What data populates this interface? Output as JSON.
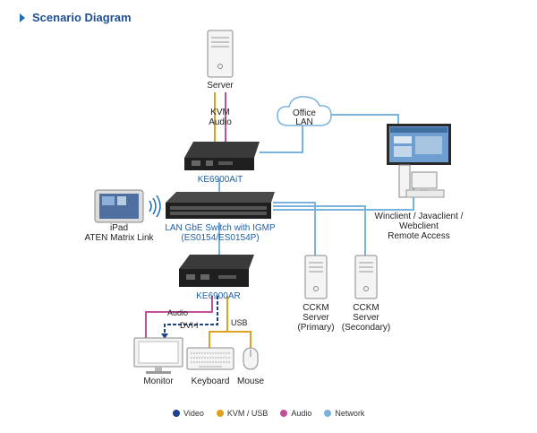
{
  "header": {
    "title": "Scenario Diagram"
  },
  "labels": {
    "server": "Server",
    "kvm": "KVM",
    "audio_top": "Audio",
    "office_lan_1": "Office",
    "office_lan_2": "LAN",
    "ke6900ait": "KE6900AiT",
    "ipad_1": "iPad",
    "ipad_2": "ATEN Matrix Link",
    "switch_1": "LAN GbE Switch with IGMP",
    "switch_2": "(ES0154/ES0154P)",
    "ke6900ar": "KE6900AR",
    "audio_bottom": "Audio",
    "dvi": "DVI-I",
    "usb": "USB",
    "monitor": "Monitor",
    "keyboard": "Keyboard",
    "mouse": "Mouse",
    "cckm_primary_1": "CCKM",
    "cckm_primary_2": "Server",
    "cckm_primary_3": "(Primary)",
    "cckm_secondary_1": "CCKM",
    "cckm_secondary_2": "Server",
    "cckm_secondary_3": "(Secondary)",
    "client_1": "Winclient / Javaclient /",
    "client_2": "Webclient",
    "client_3": "Remote Access"
  },
  "legend": [
    {
      "label": "Video",
      "color": "#1f3f8f"
    },
    {
      "label": "KVM / USB",
      "color": "#e0a020"
    },
    {
      "label": "Audio",
      "color": "#c0509a"
    },
    {
      "label": "Network",
      "color": "#7ab4dc"
    }
  ],
  "colors": {
    "video": "#1f3f8f",
    "kvm_usb": "#e0a020",
    "audio": "#c0509a",
    "network": "#7ab4dc"
  }
}
